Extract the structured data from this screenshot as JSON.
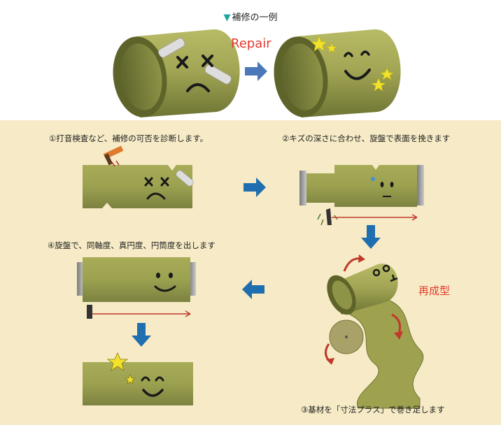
{
  "title": {
    "marker": "▼",
    "text": "補修の一例"
  },
  "repair_label": "Repair",
  "steps": {
    "step1": "①打音検査など、補修の可否を診断します。",
    "step2": "②キズの深さに合わせ、旋盤で表面を挽きます",
    "step3": "③基材を「寸法プラス」で巻き足します",
    "step4": "④旋盤で、同軸度、真円度、円筒度を出します"
  },
  "remold_label": "再成型",
  "colors": {
    "pipe": "#9ea24f",
    "pipe_dark": "#6f7536",
    "arrow_blue": "#1f6fb0",
    "arrow_red": "#c0392b",
    "star": "#f2e22c",
    "panel_bg": "#f6ebc6"
  }
}
